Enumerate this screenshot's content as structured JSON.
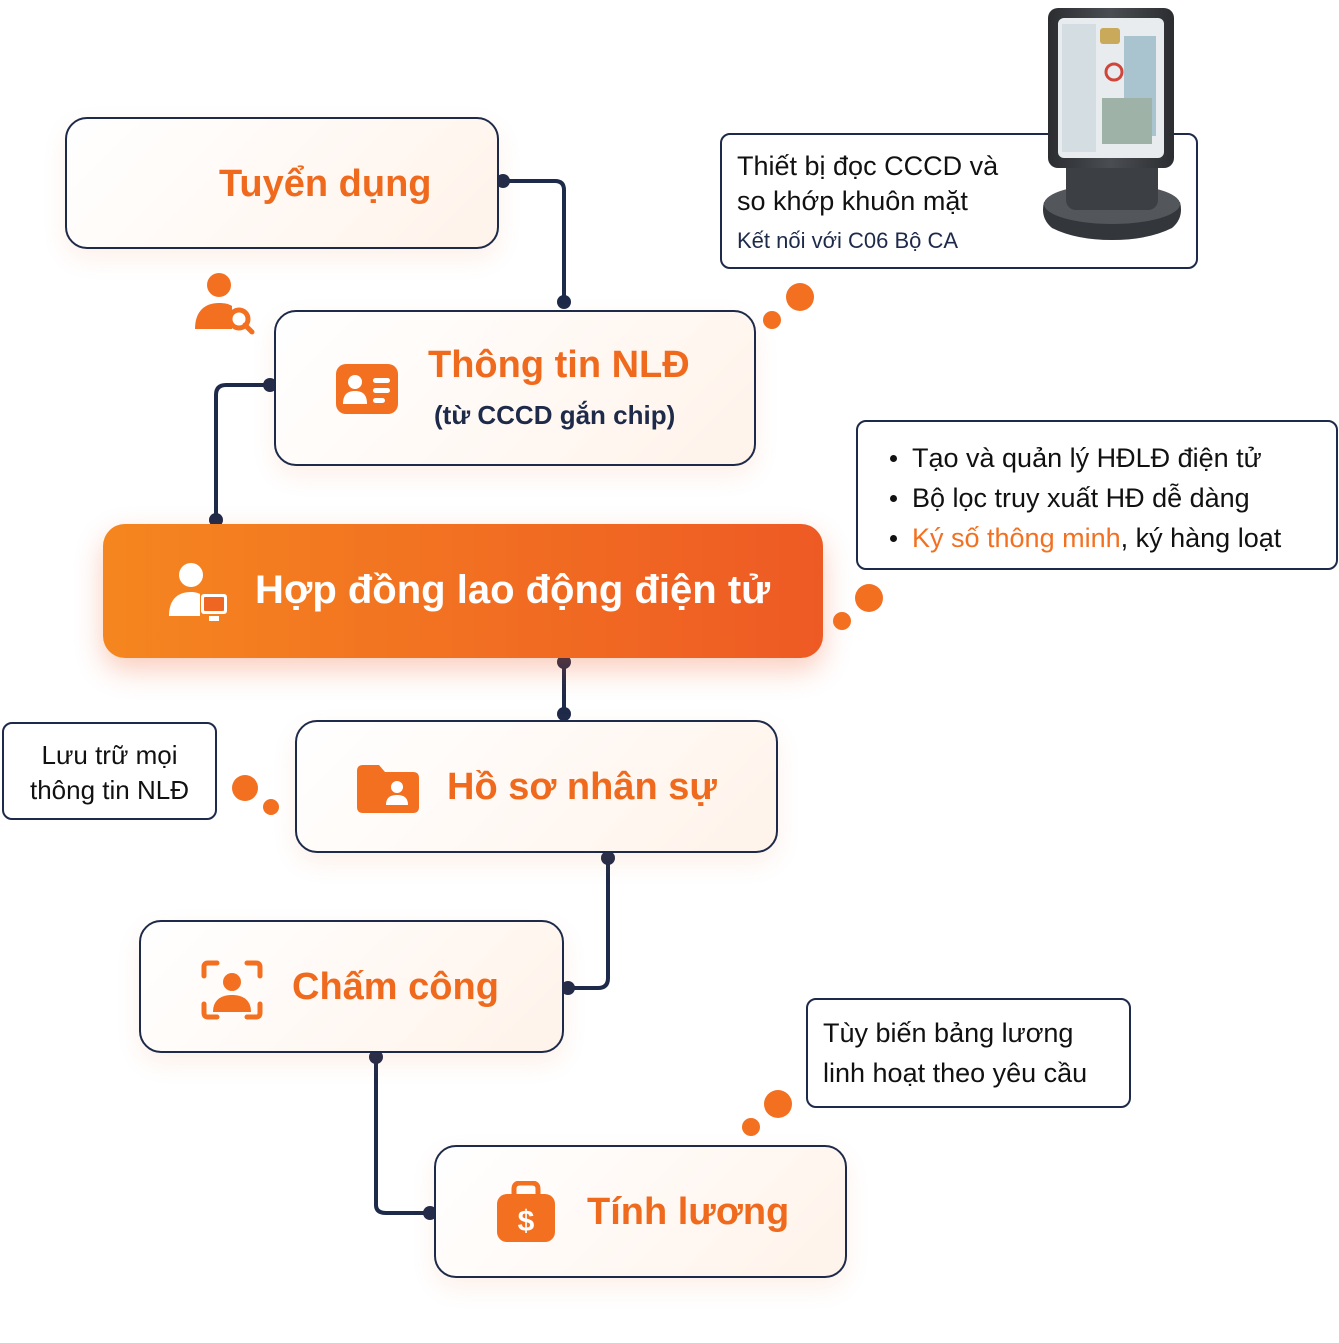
{
  "flow": {
    "recruit": {
      "label": "Tuyển dụng",
      "icon": "user-search-icon"
    },
    "employee_info": {
      "label": "Thông tin NLĐ",
      "sub": "(từ CCCD gắn chip)",
      "icon": "id-card-icon"
    },
    "e_contract": {
      "label": "Hợp đồng lao động điện tử",
      "icon": "user-computer-icon"
    },
    "hr_records": {
      "label": "Hồ sơ nhân sự",
      "icon": "folder-user-icon"
    },
    "timekeeping": {
      "label": "Chấm công",
      "icon": "face-scan-icon"
    },
    "payroll": {
      "label": "Tính lương",
      "icon": "money-bag-icon"
    }
  },
  "notes": {
    "reader": {
      "line1": "Thiết bị đọc CCCD và",
      "line2": "so khớp khuôn mặt",
      "line3": "Kết nối với C06 Bộ CA",
      "image": "cccd-reader-device-icon"
    },
    "contract_features": {
      "item1": "Tạo và quản lý HĐLĐ điện tử",
      "item2": "Bộ lọc truy xuất HĐ dễ dàng",
      "item3_highlight": "Ký số thông minh",
      "item3_rest": ", ký hàng loạt"
    },
    "storage": {
      "line1": "Lưu trữ mọi",
      "line2": "thông tin NLĐ"
    },
    "payroll_custom": {
      "line1": "Tùy biến bảng lương",
      "line2": "linh hoạt theo yêu cầu"
    }
  },
  "colors": {
    "accent": "#f37021",
    "accent_dark": "#ee5a24",
    "outline": "#1e2a4a",
    "text": "#111111"
  }
}
